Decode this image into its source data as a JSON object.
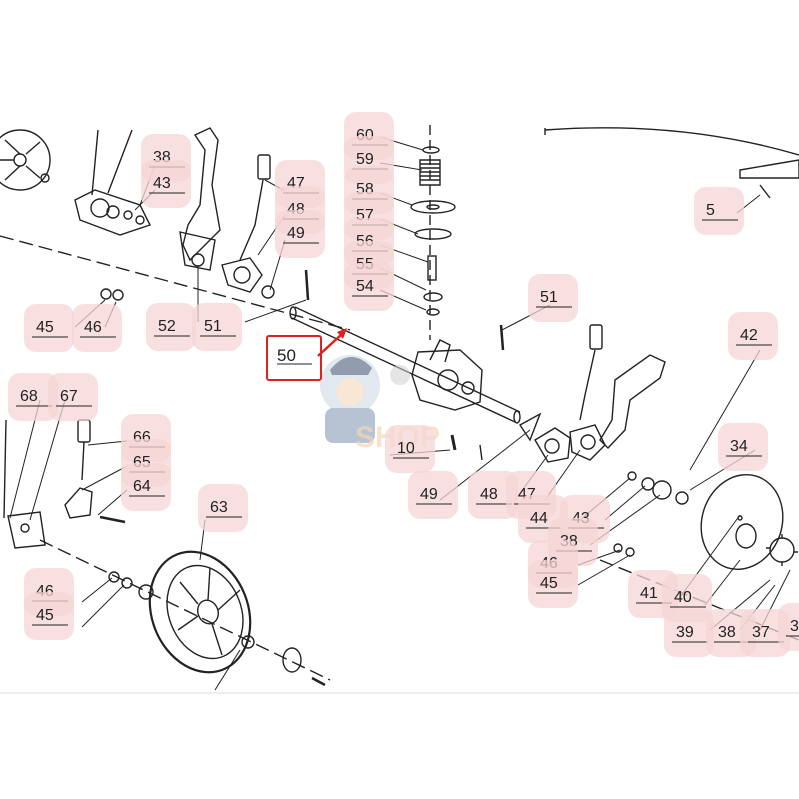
{
  "diagram": {
    "highlighted_part": "50",
    "watermark_text": "SHOP",
    "colors": {
      "callout_bg": "#f6d6d6",
      "highlight": "#e02020",
      "line": "#222222",
      "watermark": "#f0b27a"
    },
    "callouts": [
      "60",
      "59",
      "58",
      "57",
      "56",
      "55",
      "54",
      "38",
      "43",
      "47",
      "48",
      "49",
      "45",
      "46",
      "52",
      "51",
      "51",
      "5",
      "42",
      "68",
      "67",
      "66",
      "65",
      "64",
      "63",
      "10",
      "34",
      "49",
      "48",
      "47",
      "44",
      "43",
      "38",
      "46",
      "45",
      "41",
      "40",
      "39",
      "38",
      "37",
      "3",
      "46",
      "45"
    ]
  }
}
